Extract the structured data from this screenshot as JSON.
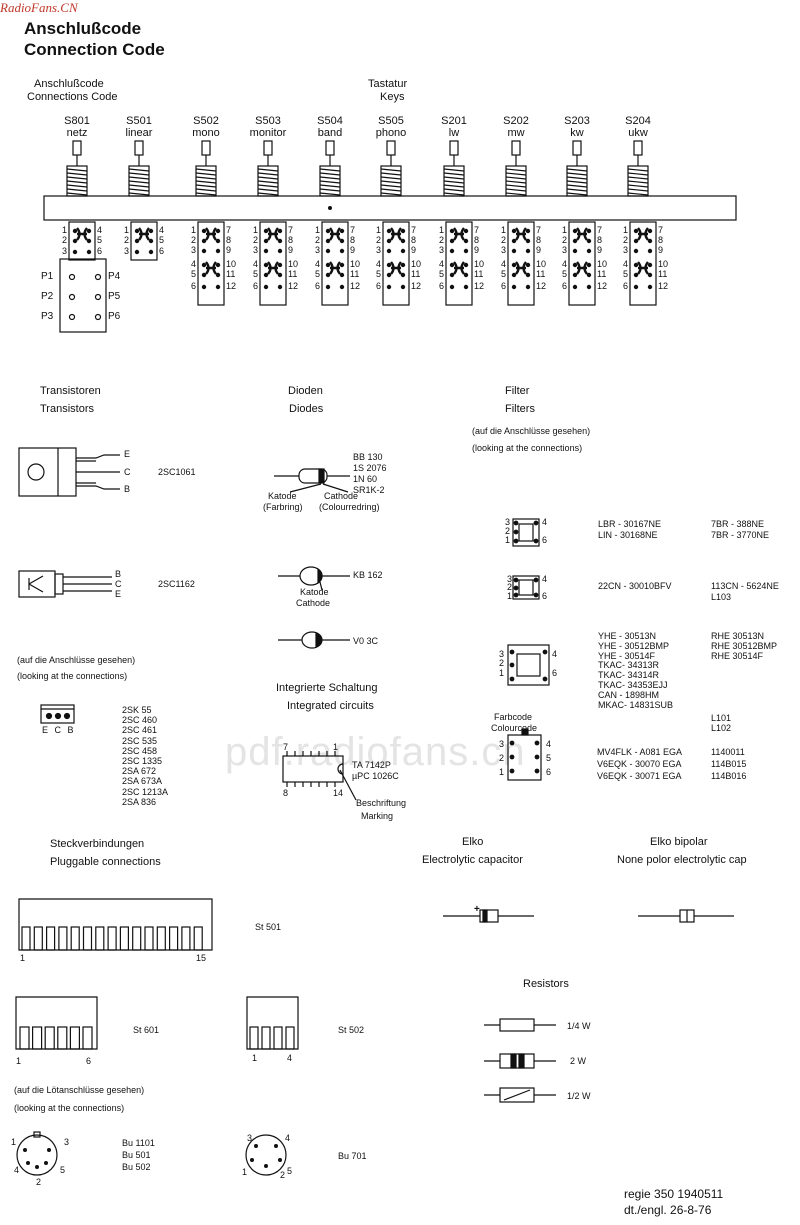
{
  "watermark": "RadioFans.CN",
  "watermark_center": "pdf.radiofans.cn",
  "title_de": "Anschlußcode",
  "title_en": "Connection Code",
  "conn_label_de": "Anschlußcode",
  "conn_label_en": "Connections  Code",
  "keys_label_de": "Tastatur",
  "keys_label_en": "Keys",
  "keys": [
    {
      "id": "S801",
      "name": "netz"
    },
    {
      "id": "S501",
      "name": "linear"
    },
    {
      "id": "S502",
      "name": "mono"
    },
    {
      "id": "S503",
      "name": "monitor"
    },
    {
      "id": "S504",
      "name": "band"
    },
    {
      "id": "S505",
      "name": "phono"
    },
    {
      "id": "S201",
      "name": "lw"
    },
    {
      "id": "S202",
      "name": "mw"
    },
    {
      "id": "S203",
      "name": "kw"
    },
    {
      "id": "S204",
      "name": "ukw"
    }
  ],
  "pins": [
    "P1",
    "P2",
    "P3",
    "P4",
    "P5",
    "P6"
  ],
  "transistors": {
    "title_de": "Transistoren",
    "title_en": "Transistors",
    "pins_ecb": [
      "E",
      "C",
      "B"
    ],
    "t1": "2SC1061",
    "t2": "2SC1162",
    "note_de": "(auf die Anschlüsse gesehen)",
    "note_en": "(looking at the connections)",
    "ecb_label": "E C B",
    "list": [
      "2SK  55",
      "2SC  460",
      "2SC  461",
      "2SC  535",
      "2SC  458",
      "2SC 1335",
      "2SA  672",
      "2SA  673A",
      "2SC 1213A",
      "2SA  836"
    ]
  },
  "diodes": {
    "title_de": "Dioden",
    "title_en": "Diodes",
    "d1_types": [
      "BB 130",
      "1S 2076",
      "1N 60",
      "SR1K-2"
    ],
    "katode": "Katode",
    "farbring": "(Farbring)",
    "cathode": "Cathode",
    "colourring": "(Colourredring)",
    "d2_type": "KB 162",
    "d2_katode": "Katode",
    "d2_cathode": "Cathode",
    "d3_type": "V0 3C"
  },
  "ic": {
    "title_de": "Integrierte Schaltung",
    "title_en": "Integrated circuits",
    "types": [
      "TA 7142P",
      "µPC 1026C"
    ],
    "pins": [
      "7",
      "1",
      "8",
      "14"
    ],
    "mark_de": "Beschriftung",
    "mark_en": "Marking"
  },
  "filters": {
    "title_de": "Filter",
    "title_en": "Filters",
    "note_de": "(auf die Anschlüsse gesehen)",
    "note_en": "(looking at the connections)",
    "g1": {
      "pins": [
        "3",
        "2",
        "1",
        "4",
        "6"
      ],
      "left": [
        "LBR - 30167NE",
        "LIN - 30168NE"
      ],
      "right": [
        "7BR - 388NE",
        "7BR - 3770NE"
      ]
    },
    "g2": {
      "pins": [
        "3",
        "2",
        "1",
        "4",
        "6"
      ],
      "left": [
        "22CN - 30010BFV"
      ],
      "right": [
        "113CN - 5624NE",
        "L103"
      ]
    },
    "g3": {
      "pins": [
        "3",
        "2",
        "1",
        "4",
        "6"
      ],
      "left": [
        "YHE  -  30513N",
        "YHE  -  30512BMP",
        "YHE  -  30514F",
        "TKAC-  34313R",
        "TKAC-  34314R",
        "TKAC-  34353EJJ",
        "CAN  -   1898HM",
        "MKAC-  14831SUB"
      ],
      "right": [
        "RHE   30513N",
        "RHE   30512BMP",
        "RHE   30514F"
      ],
      "right2": [
        "L101",
        "L102"
      ]
    },
    "farbcode": "Farbcode",
    "colourcode": "Colourcode",
    "g4": {
      "pins": [
        "3",
        "2",
        "1",
        "4",
        "5",
        "6"
      ],
      "left": [
        "MV4FLK -  A081 EGA",
        "V6EQK - 30070 EGA",
        "V6EQK - 30071 EGA"
      ],
      "right": [
        "1140011",
        "114B015",
        "114B016"
      ]
    }
  },
  "plugs": {
    "title_de": "Steckverbindungen",
    "title_en": "Pluggable connections",
    "st501": "St 501",
    "st501_pins": [
      "1",
      "15"
    ],
    "st601": "St 601",
    "st601_pins": [
      "1",
      "6"
    ],
    "st502": "St 502",
    "st502_pins": [
      "1",
      "4"
    ],
    "note_de": "(auf die Lötanschlüsse gesehen)",
    "note_en": "(looking at the connections)",
    "bu_list": [
      "Bu 1101",
      "Bu  501",
      "Bu  502"
    ],
    "bu701": "Bu  701",
    "din5_pins": [
      "1",
      "4",
      "2",
      "3",
      "5"
    ],
    "din5b_pins": [
      "3",
      "4",
      "1",
      "2",
      "5"
    ]
  },
  "elko": {
    "title_de": "Elko",
    "title_en": "Electrolytic capacitor",
    "plus": "+"
  },
  "elko_bipolar": {
    "title_de": "Elko bipolar",
    "title_en": "None polor electrolytic cap"
  },
  "resistors": {
    "title": "Resistors",
    "values": [
      "1/4 W",
      "2  W",
      "1/2 W"
    ]
  },
  "footer": {
    "line1": "regie 350 1940511",
    "line2": "dt./engl. 26-8-76"
  }
}
